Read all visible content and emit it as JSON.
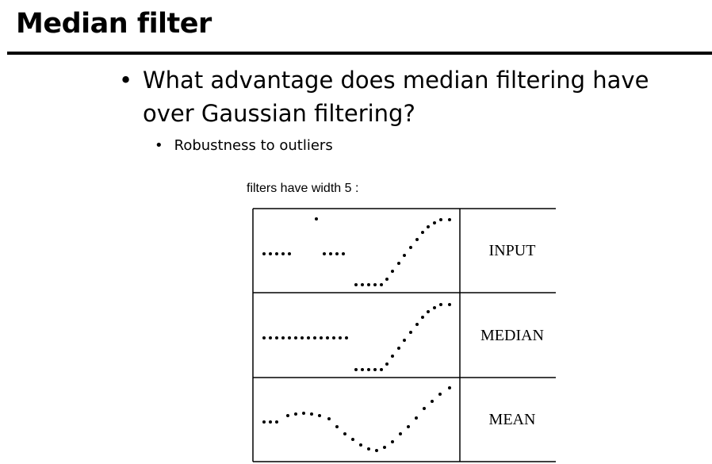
{
  "slide": {
    "title": "Median filter",
    "bullets": [
      {
        "text": "What advantage does median filtering have over Gaussian filtering?",
        "sub_bullets": [
          "Robustness to outliers"
        ]
      }
    ]
  },
  "figure": {
    "caption": "filters have width 5 :",
    "rows": [
      {
        "label": "INPUT"
      },
      {
        "label": "MEDIAN"
      },
      {
        "label": "MEAN"
      }
    ]
  }
}
